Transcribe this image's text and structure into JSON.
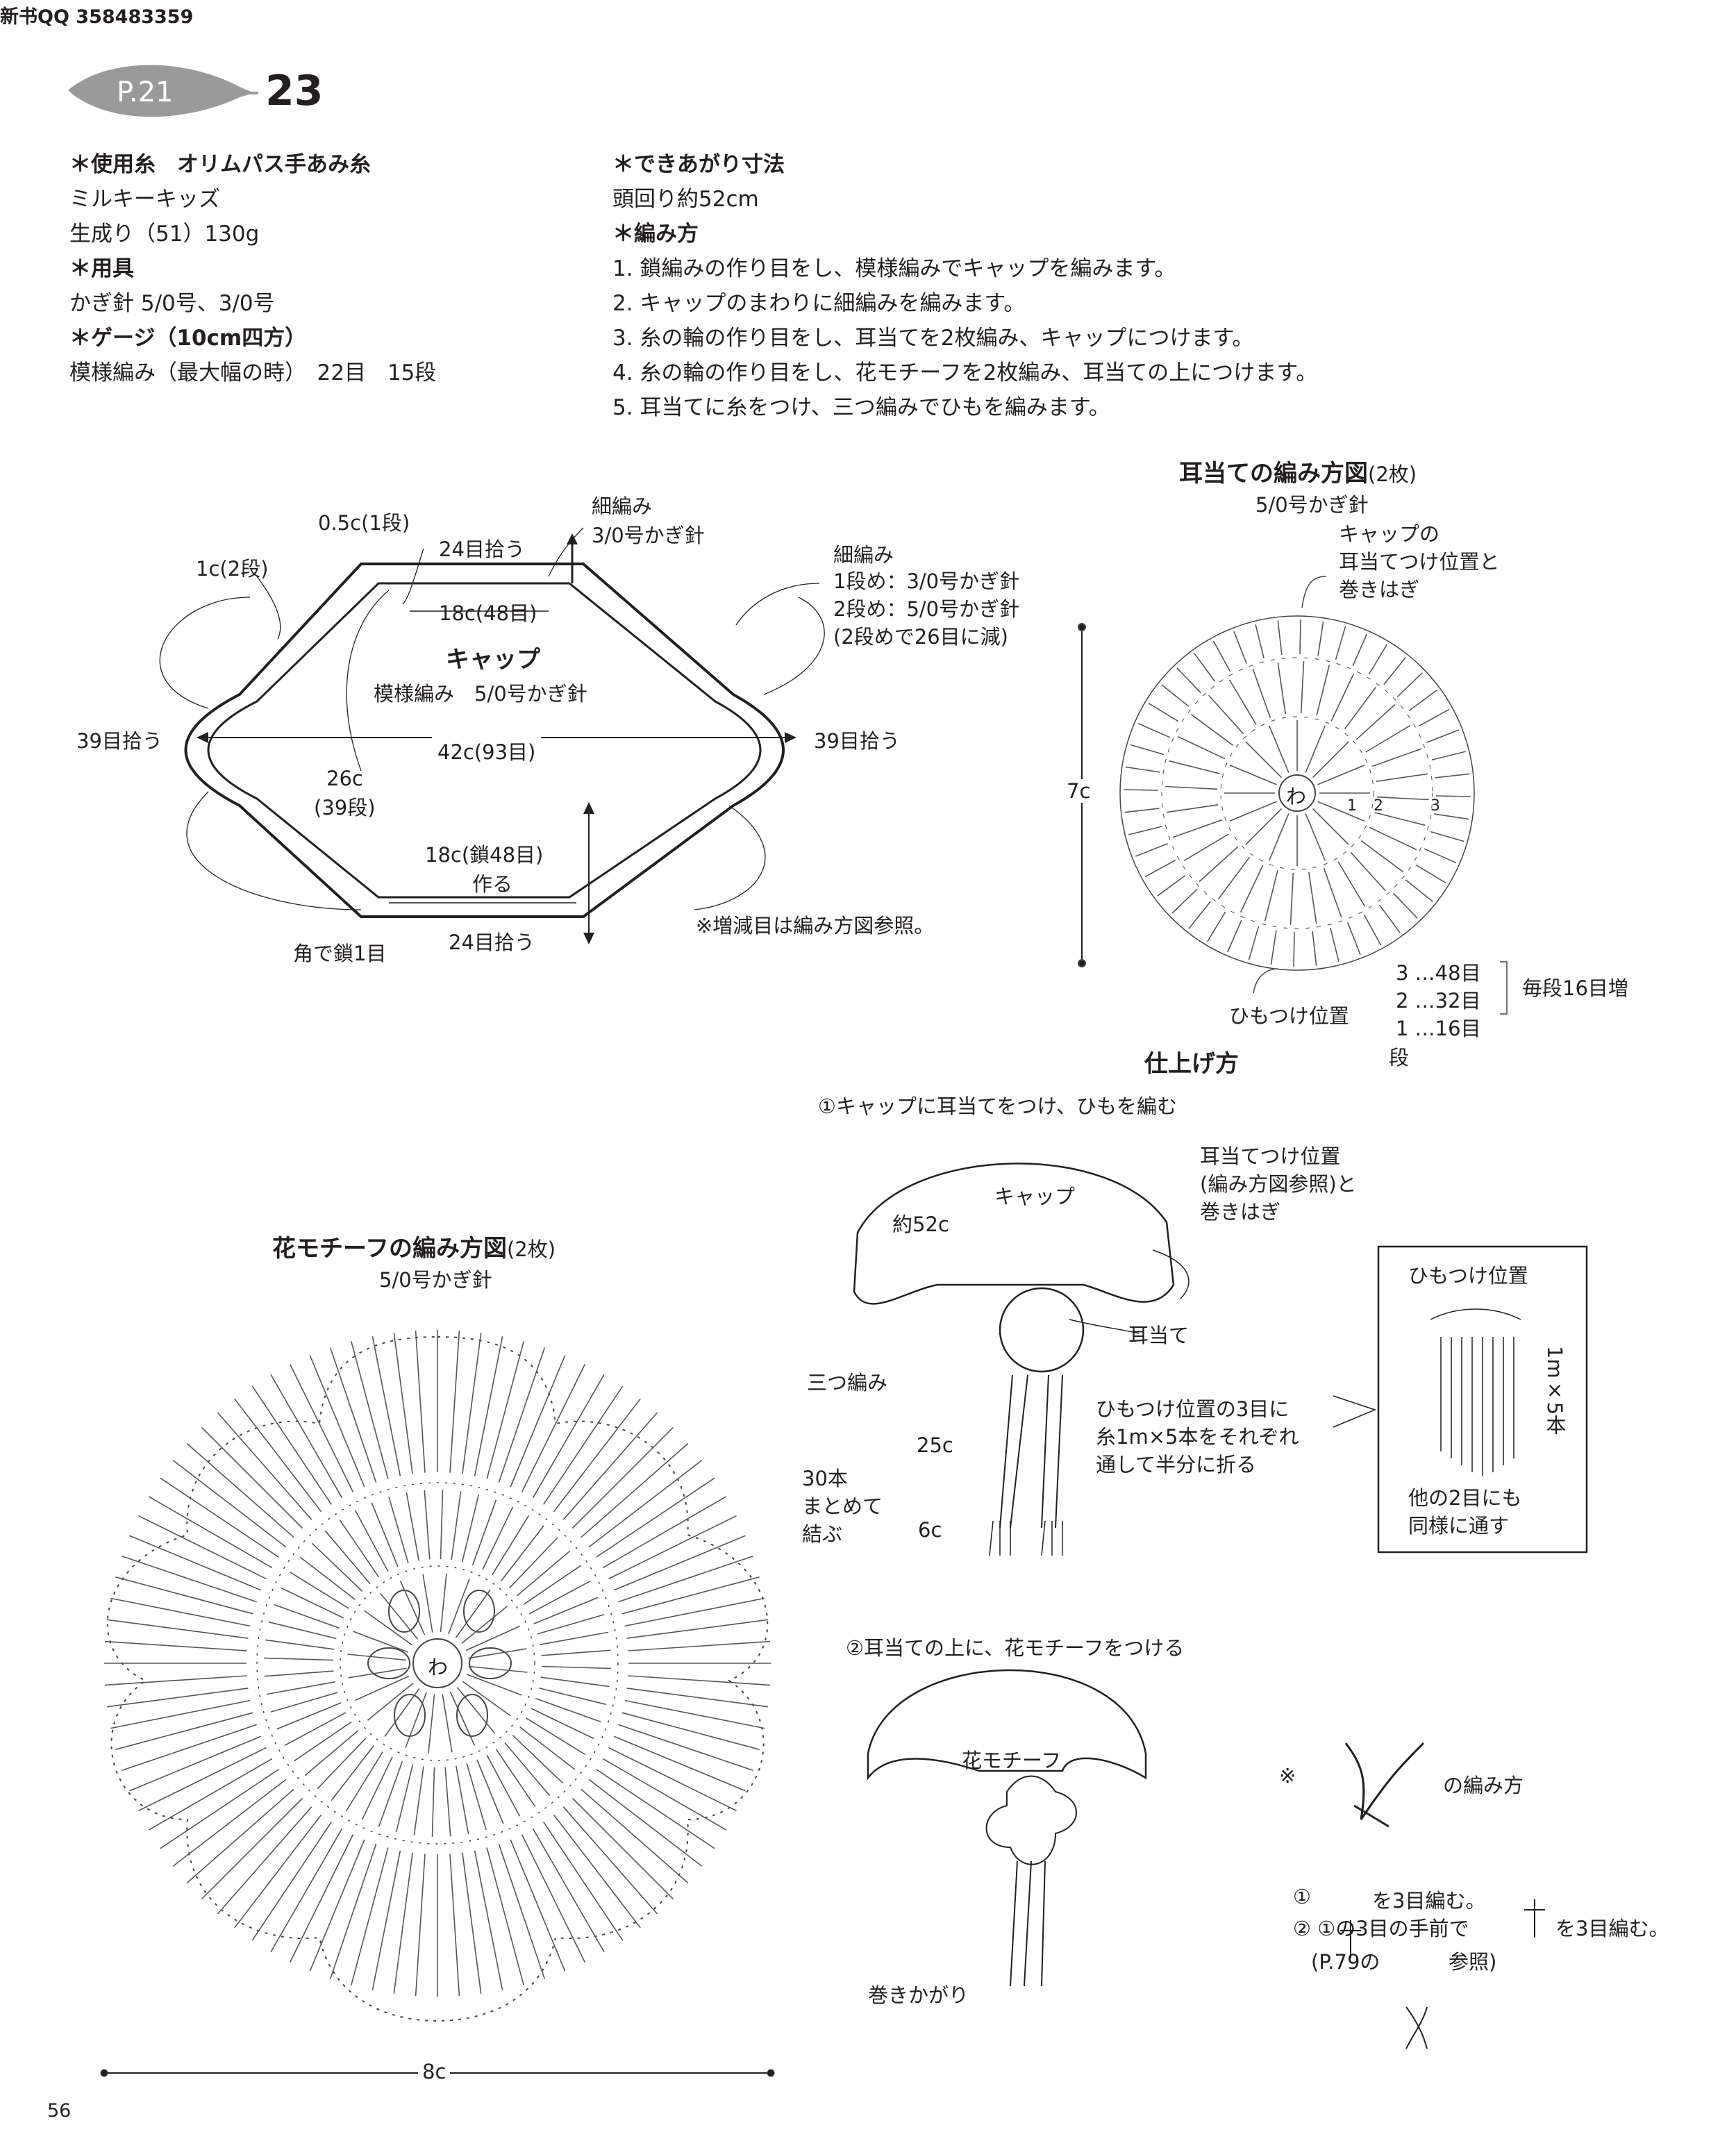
{
  "header": {
    "watermark": "新书QQ 358483359",
    "page_ref": "P.21",
    "item_no": "23",
    "page_number": "56"
  },
  "info_left": [
    {
      "text": "＊使用糸　オリムパス手あみ糸",
      "bold": true
    },
    {
      "text": "ミルキーキッズ",
      "bold": false
    },
    {
      "text": "生成り（51）130g",
      "bold": false
    },
    {
      "text": "＊用具",
      "bold": true
    },
    {
      "text": "かぎ針 5/0号、3/0号",
      "bold": false
    },
    {
      "text": "＊ゲージ（10cm四方）",
      "bold": true
    },
    {
      "text": "模様編み（最大幅の時）　22目　15段",
      "bold": false
    }
  ],
  "info_right": [
    {
      "text": "＊できあがり寸法",
      "bold": true
    },
    {
      "text": "頭回り約52cm",
      "bold": false
    },
    {
      "text": "＊編み方",
      "bold": true
    },
    {
      "text": "1. 鎖編みの作り目をし、模様編みでキャップを編みます。",
      "bold": false
    },
    {
      "text": "2. キャップのまわりに細編みを編みます。",
      "bold": false
    },
    {
      "text": "3. 糸の輪の作り目をし、耳当てを2枚編み、キャップにつけます。",
      "bold": false
    },
    {
      "text": "4. 糸の輪の作り目をし、花モチーフを2枚編み、耳当ての上につけます。",
      "bold": false
    },
    {
      "text": "5. 耳当てに糸をつけ、三つ編みでひもを編みます。",
      "bold": false
    }
  ],
  "cap": {
    "l_05c": "0.5c(1段)",
    "l_24top": "24目拾う",
    "l_hosoami_top": "細編み",
    "l_hook3": "3/0号かぎ針",
    "l_1c": "1c(2段)",
    "l_18c48": "18c(48目)",
    "l_title": "キャップ",
    "l_pattern": "模様編み　5/0号かぎ針",
    "l_hosoami_r": "細編み",
    "l_r1": "1段め：3/0号かぎ針",
    "l_r2": "2段め：5/0号かぎ針",
    "l_r3": "(2段めで26目に減)",
    "l_39l": "39目拾う",
    "l_42c": "42c(93目)",
    "l_39r": "39目拾う",
    "l_26c": "26c",
    "l_39dan": "(39段)",
    "l_18c_chain": "18c(鎖48目)",
    "l_tsukuru": "作る",
    "l_kado": "角で鎖1目",
    "l_24bot": "24目拾う",
    "l_note": "※増減目は編み方図参照。"
  },
  "earflap": {
    "title": "耳当ての編み方図",
    "title_count": "(2枚)",
    "hook": "5/0号かぎ針",
    "attach1": "キャップの",
    "attach2": "耳当てつけ位置と",
    "attach3": "巻きはぎ",
    "size": "7c",
    "ring": "わ",
    "r1": "1",
    "r2": "2",
    "r3": "3",
    "himo": "ひもつけ位置",
    "row3": "3 …48目",
    "row2": "2 …32目",
    "row1": "1 …16目",
    "dan": "段",
    "inc": "毎段16目増"
  },
  "finishing": {
    "title": "仕上げ方",
    "step1": "①キャップに耳当てをつけ、ひもを編む",
    "cap": "キャップ",
    "circ": "約52c",
    "pos1": "耳当てつけ位置",
    "pos2": "(編み方図参照)と",
    "pos3": "巻きはぎ",
    "mimi": "耳当て",
    "mitsu": "三つ編み",
    "h1": "ひもつけ位置の3目に",
    "h2": "糸1m×5本をそれぞれ",
    "h3": "通して半分に折る",
    "l25": "25c",
    "t1": "30本",
    "t2": "まとめて",
    "t3": "結ぶ",
    "l6": "6c",
    "box_title": "ひもつけ位置",
    "box_len": "1m×5本",
    "box_o1": "他の2目にも",
    "box_o2": "同様に通す",
    "step2": "②耳当ての上に、花モチーフをつける",
    "flower": "花モチーフ",
    "maki": "巻きかがり",
    "note_mark": "※",
    "note_title": "の編み方",
    "n1a": "①",
    "n1b": "を3目編む。",
    "n2a": "②  ①の3目の手前で",
    "n2b": "を3目編む。",
    "n3a": "(P.79の",
    "n3b": "参照)"
  },
  "flower": {
    "title": "花モチーフの編み方図",
    "title_count": "(2枚)",
    "hook": "5/0号かぎ針",
    "size": "8c",
    "ring": "わ"
  }
}
